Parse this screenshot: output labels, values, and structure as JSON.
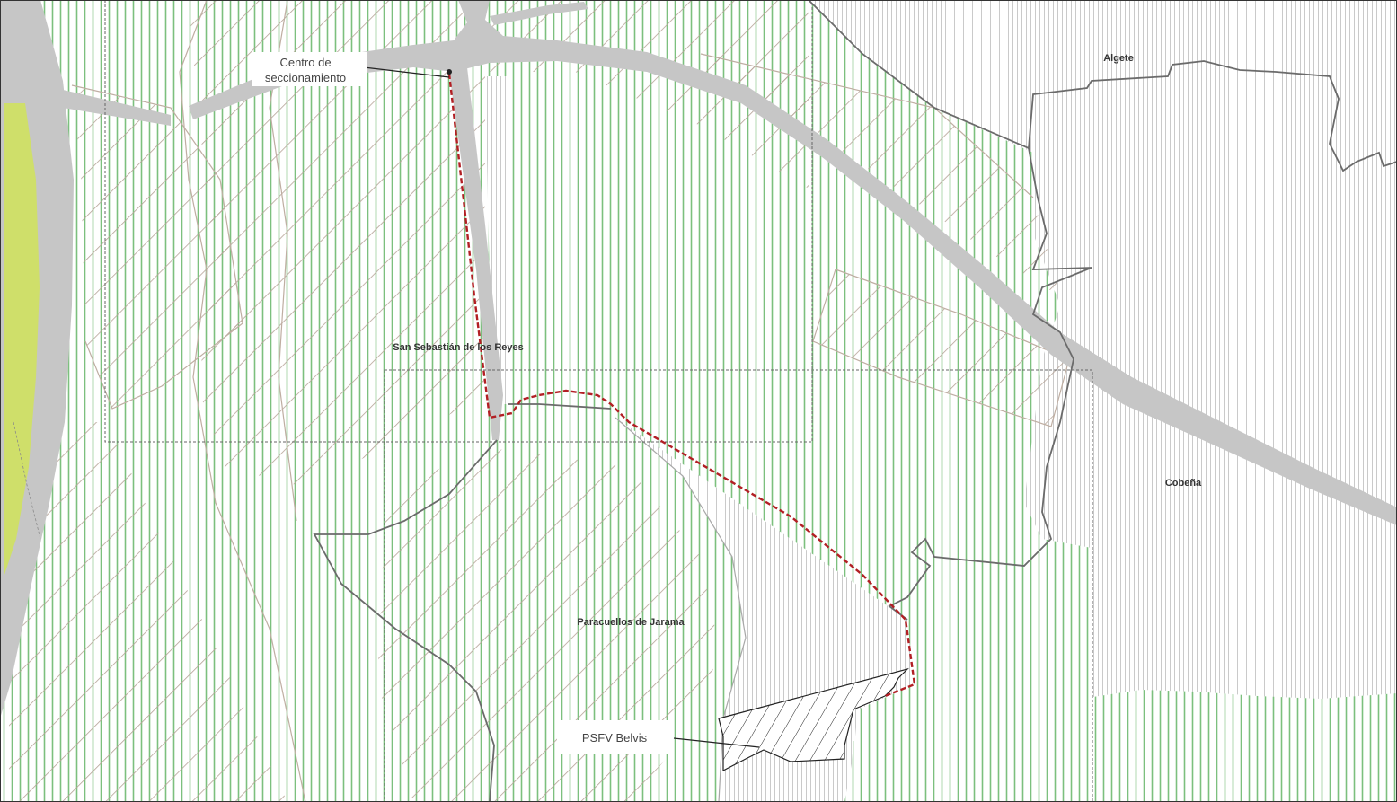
{
  "map": {
    "municipalities": {
      "algete": "Algete",
      "san_sebastian": "San Sebastián de los Reyes",
      "cobena": "Cobeña",
      "paracuellos": "Paracuellos de Jarama"
    },
    "callouts": {
      "centro_line1": "Centro de",
      "centro_line2": "seccionamiento",
      "psfv": "PSFV Belvis"
    },
    "colors": {
      "green_hatch": "#7cc07e",
      "tan_hatch": "#b5a396",
      "grey_hatch": "#b9b9b9",
      "road": "#c6c6c6",
      "river_green": "#cfdf6a",
      "municipal_boundary": "#6b6b6b",
      "cable_route": "#b21f24"
    },
    "symbols": {
      "cable_route": "red-dashed-line",
      "plant_area": "black-hatched-polygon",
      "substation": "black-point"
    }
  }
}
